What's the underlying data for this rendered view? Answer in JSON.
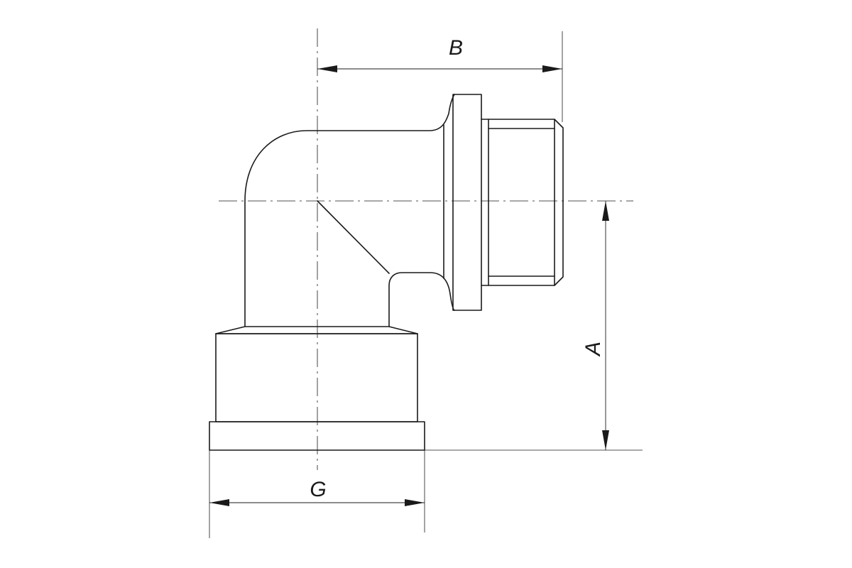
{
  "dimensions": {
    "B": {
      "label": "B"
    },
    "A": {
      "label": "A"
    },
    "G": {
      "label": "G"
    }
  },
  "colors": {
    "line": "#1a1a1a",
    "background": "#ffffff"
  }
}
